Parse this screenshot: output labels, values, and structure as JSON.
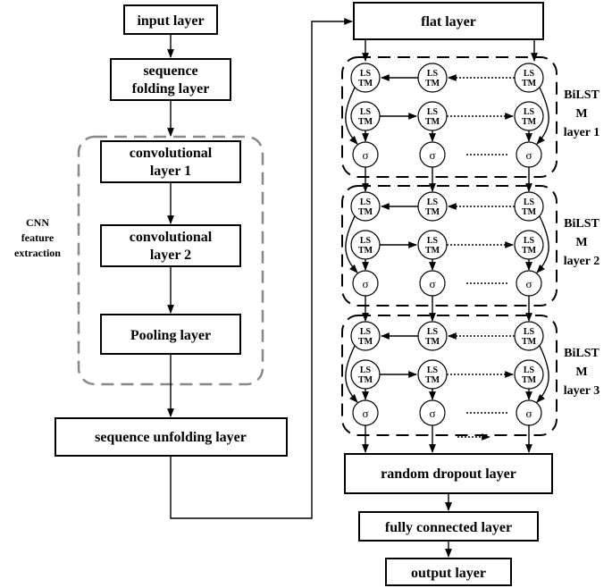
{
  "left_column": {
    "input": "input layer",
    "folding": [
      "sequence",
      "folding layer"
    ],
    "conv1": [
      "convolutional",
      "layer 1"
    ],
    "conv2": [
      "convolutional",
      "layer 2"
    ],
    "pooling": "Pooling layer",
    "unfolding": "sequence unfolding layer",
    "cnn_label": [
      "CNN",
      "feature",
      "extraction"
    ]
  },
  "right_column": {
    "flat": "flat layer",
    "dropout": "random dropout layer",
    "fully_connected": "fully connected layer",
    "output": "output layer"
  },
  "bilstm_groups": [
    {
      "label": [
        "BiLST",
        "M",
        "layer 1"
      ]
    },
    {
      "label": [
        "BiLST",
        "M",
        "layer 2"
      ]
    },
    {
      "label": [
        "BiLST",
        "M",
        "layer 3"
      ]
    }
  ],
  "cell": {
    "line1": "LS",
    "line2": "TM",
    "sigma": "σ",
    "ellipsis": "........"
  }
}
